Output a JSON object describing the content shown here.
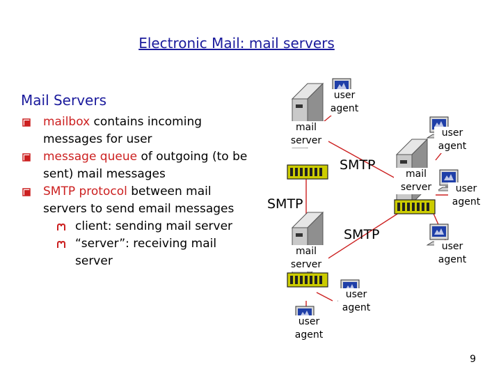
{
  "title": "Electronic Mail: mail servers",
  "heading": "Mail Servers",
  "bullets": [
    {
      "pre": "",
      "hl": "mailbox",
      "post": " contains incoming messages for user"
    },
    {
      "pre": "",
      "hl": "message queue",
      "post": " of outgoing (to be sent) mail messages"
    },
    {
      "pre": "",
      "hl": "SMTP protocol",
      "post": " between mail servers to send email messages"
    }
  ],
  "sub_bullets": [
    "client: sending mail server",
    "“server”: receiving mail server"
  ],
  "diagram": {
    "mail_server_label": "mail server",
    "user_agent_label": "user agent",
    "protocol_label": "SMTP"
  },
  "page_number": "9",
  "colors": {
    "title": "#1a1a9c",
    "highlight": "#cc2020",
    "mailbox_fill": "#cccc00",
    "server_body": "#c9c9c9"
  }
}
